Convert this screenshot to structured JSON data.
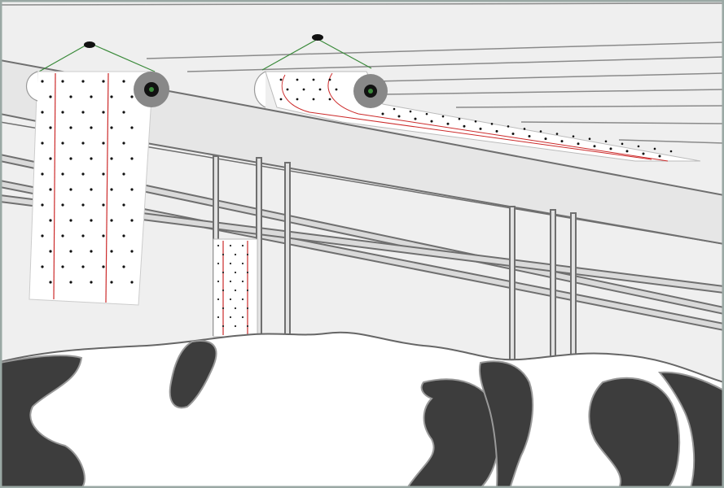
{
  "scene": {
    "title": "",
    "colors": {
      "background": "#efefef",
      "beam_fill": "#e8e8e8",
      "line": "#777777",
      "frame": "#9aa8a4",
      "tape_fill": "#ffffff",
      "tape_stripe": "#cc2a2a",
      "dot": "#111111",
      "wire": "#3a8a3a",
      "roll_outer": "#888888",
      "cow_patch": "#3d3d3d",
      "cow_white": "#ffffff"
    },
    "objects": [
      {
        "name": "ceiling-beams",
        "kind": "structure"
      },
      {
        "name": "hanging-fly-tape-left",
        "kind": "fly-tape",
        "state": "unrolled hanging down"
      },
      {
        "name": "hanging-fly-tape-right",
        "kind": "fly-tape",
        "state": "unrolled diagonally"
      },
      {
        "name": "fly-tape-small",
        "kind": "fly-tape",
        "state": "hanging between posts"
      },
      {
        "name": "cows",
        "kind": "animals",
        "count": 2
      }
    ]
  }
}
